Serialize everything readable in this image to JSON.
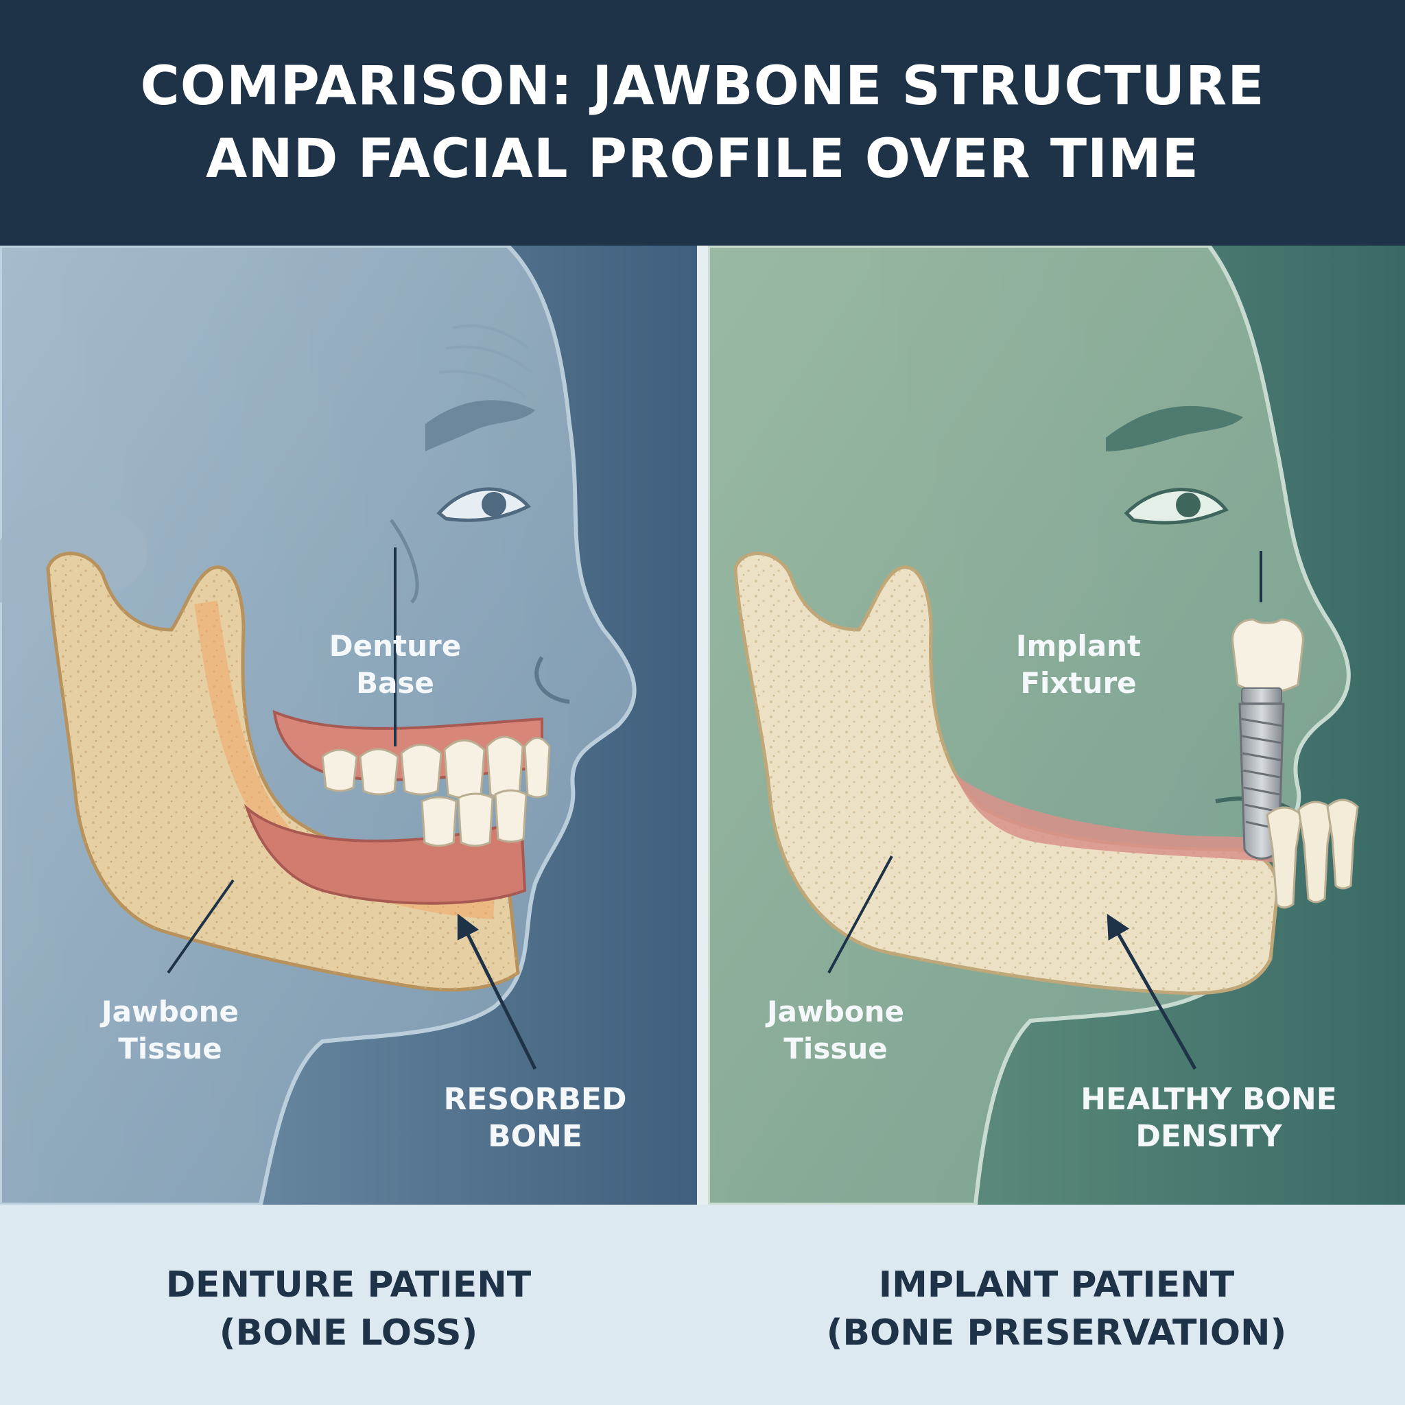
{
  "header": {
    "title_line1": "COMPARISON: JAWBONE STRUCTURE",
    "title_line2": "AND FACIAL PROFILE OVER TIME"
  },
  "left_panel": {
    "labels": {
      "denture_base_line1": "Denture",
      "denture_base_line2": "Base",
      "jawbone_line1": "Jawbone",
      "jawbone_line2": "Tissue",
      "resorbed_line1": "RESORBED",
      "resorbed_line2": "BONE"
    },
    "caption_line1": "DENTURE PATIENT",
    "caption_line2": "(BONE LOSS)"
  },
  "right_panel": {
    "labels": {
      "implant_line1": "Implant",
      "implant_line2": "Fixture",
      "jawbone_line1": "Jawbone",
      "jawbone_line2": "Tissue",
      "healthy_line1": "HEALTHY BONE",
      "healthy_line2": "DENSITY"
    },
    "caption_line1": "IMPLANT PATIENT",
    "caption_line2": "(BONE PRESERVATION)"
  },
  "colors": {
    "header_bg": "#1f3348",
    "left_bg": "#4d6d88",
    "right_bg": "#3d6e68",
    "bone": "#e8d3a8",
    "gum": "#d8857a",
    "footer_bg": "#dde9f0"
  }
}
